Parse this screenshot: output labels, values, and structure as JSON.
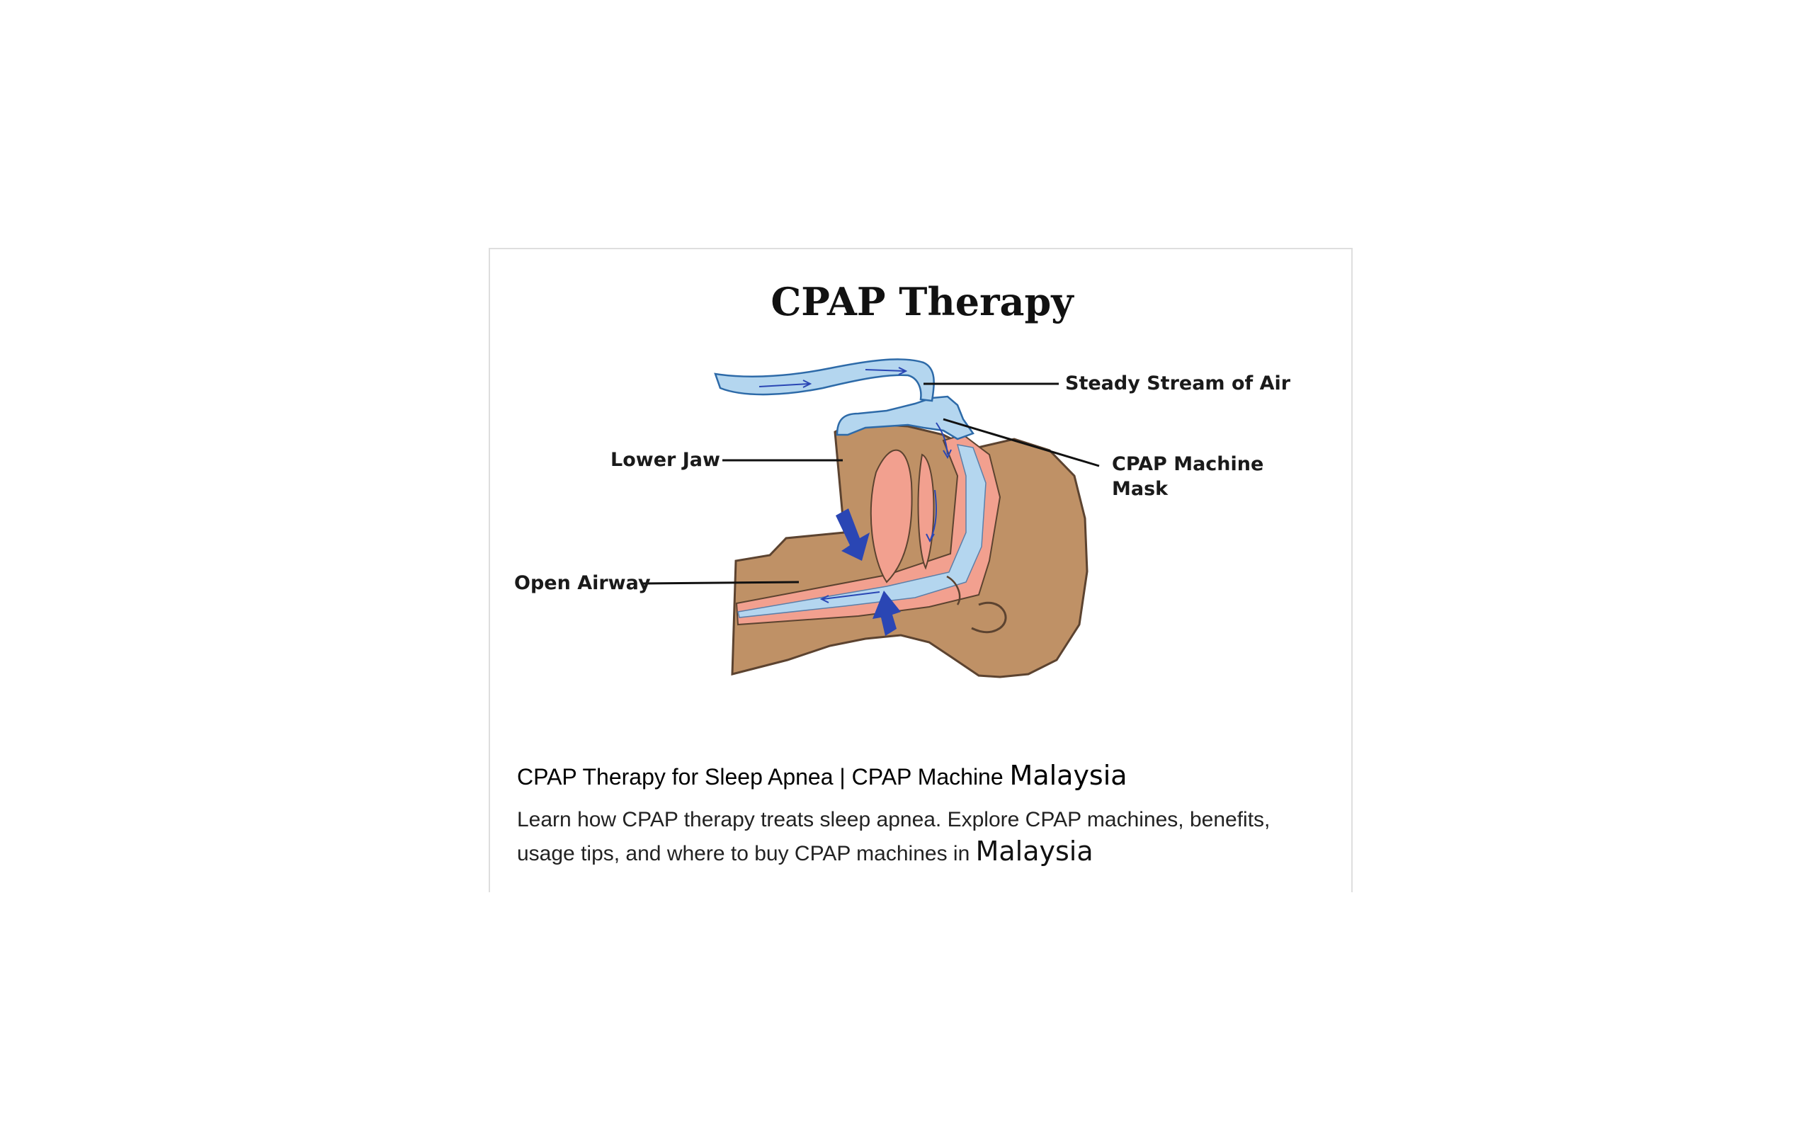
{
  "image": {
    "title": "CPAP Therapy",
    "labels": {
      "steady_stream": "Steady Stream of Air",
      "mask_line1": "CPAP Machine",
      "mask_line2": "Mask",
      "lower_jaw": "Lower Jaw",
      "open_airway": "Open Airway"
    },
    "colors": {
      "skin": "#bf9166",
      "tissue": "#f2a08f",
      "air": "#b4d6ef",
      "arrow": "#2a46b4"
    }
  },
  "caption": {
    "heading_main": "CPAP Therapy for Sleep Apnea | CPAP Machine",
    "heading_tail": "Malaysia",
    "description_main": "Learn how CPAP therapy treats sleep apnea. Explore CPAP machines, benefits, usage tips, and where to buy CPAP machines in",
    "description_tail": "Malaysia"
  }
}
